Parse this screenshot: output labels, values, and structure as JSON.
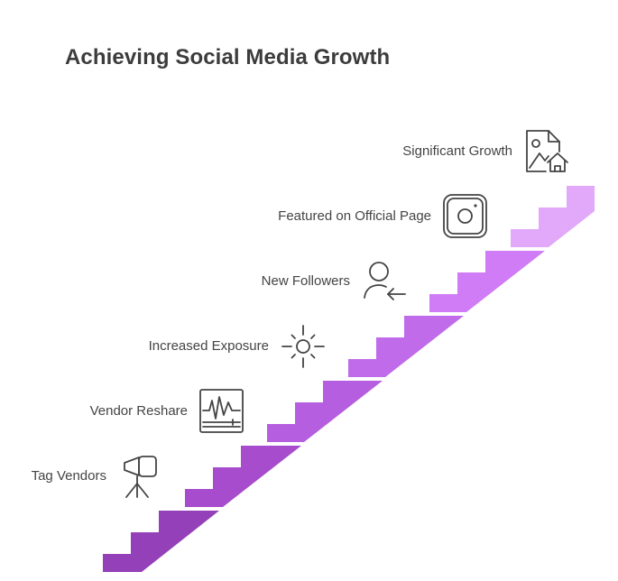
{
  "title": "Achieving Social Media Growth",
  "steps": [
    {
      "label": "Tag Vendors",
      "icon": "camera-on-tripod-icon",
      "color": "#9440b8"
    },
    {
      "label": "Vendor Reshare",
      "icon": "activity-chart-icon",
      "color": "#a64ccc"
    },
    {
      "label": "Increased Exposure",
      "icon": "sun-icon",
      "color": "#b55ee0"
    },
    {
      "label": "New Followers",
      "icon": "user-follow-icon",
      "color": "#c770f0"
    },
    {
      "label": "Featured on Official Page",
      "icon": "instagram-icon",
      "color": "#d27ef7"
    },
    {
      "label": "Significant Growth",
      "icon": "image-house-icon",
      "color": "#e2a8f9"
    }
  ]
}
